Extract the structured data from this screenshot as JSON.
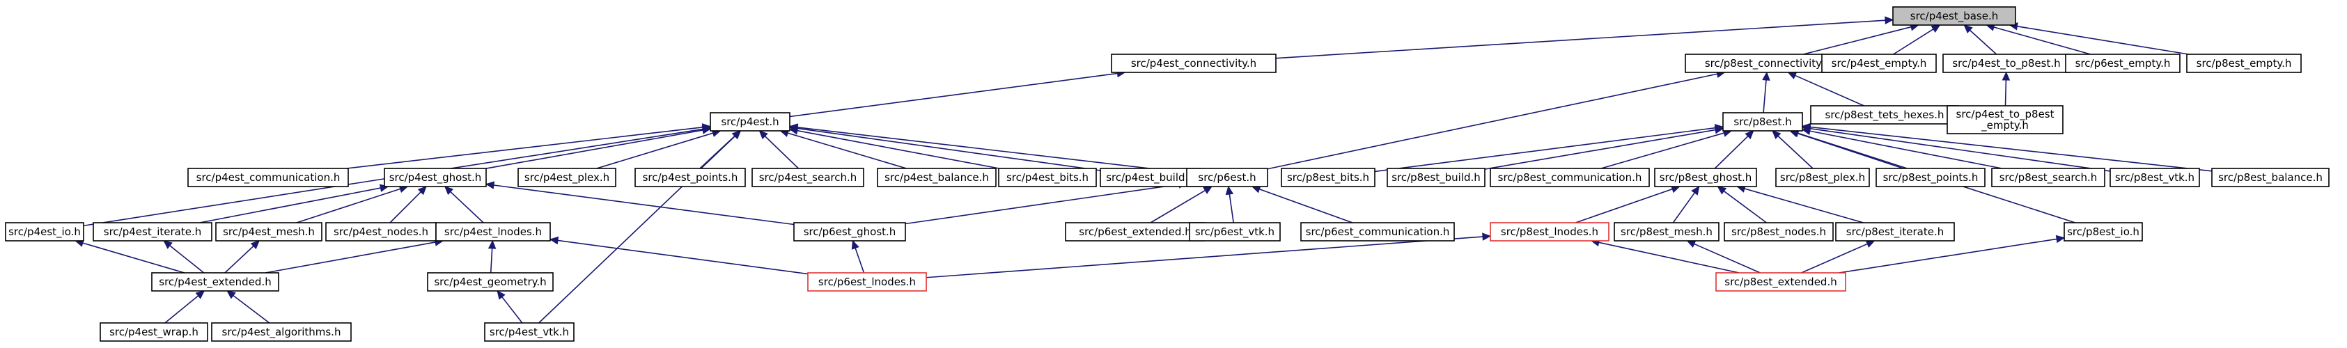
{
  "nodes": {
    "p4est_base": {
      "label": [
        "src/p4est_base.h"
      ],
      "style": "root"
    },
    "p4est_connectivity": {
      "label": [
        "src/p4est_connectivity.h"
      ]
    },
    "p8est_connectivity": {
      "label": [
        "src/p8est_connectivity.h"
      ]
    },
    "p4est_empty": {
      "label": [
        "src/p4est_empty.h"
      ]
    },
    "p4est_to_p8est": {
      "label": [
        "src/p4est_to_p8est.h"
      ]
    },
    "p6est_empty": {
      "label": [
        "src/p6est_empty.h"
      ]
    },
    "p8est_empty": {
      "label": [
        "src/p8est_empty.h"
      ]
    },
    "p4est": {
      "label": [
        "src/p4est.h"
      ]
    },
    "p8est": {
      "label": [
        "src/p8est.h"
      ]
    },
    "p8est_tets_hexes": {
      "label": [
        "src/p8est_tets_hexes.h"
      ]
    },
    "p4est_to_p8est_empty": {
      "label": [
        "src/p4est_to_p8est",
        "_empty.h"
      ]
    },
    "p4est_communication": {
      "label": [
        "src/p4est_communication.h"
      ]
    },
    "p4est_ghost": {
      "label": [
        "src/p4est_ghost.h"
      ]
    },
    "p4est_plex": {
      "label": [
        "src/p4est_plex.h"
      ]
    },
    "p4est_points": {
      "label": [
        "src/p4est_points.h"
      ]
    },
    "p4est_search": {
      "label": [
        "src/p4est_search.h"
      ]
    },
    "p4est_balance": {
      "label": [
        "src/p4est_balance.h"
      ]
    },
    "p4est_bits": {
      "label": [
        "src/p4est_bits.h"
      ]
    },
    "p4est_build": {
      "label": [
        "src/p4est_build.h"
      ]
    },
    "p6est": {
      "label": [
        "src/p6est.h"
      ]
    },
    "p8est_bits": {
      "label": [
        "src/p8est_bits.h"
      ]
    },
    "p8est_build": {
      "label": [
        "src/p8est_build.h"
      ]
    },
    "p8est_communication": {
      "label": [
        "src/p8est_communication.h"
      ]
    },
    "p8est_ghost": {
      "label": [
        "src/p8est_ghost.h"
      ]
    },
    "p8est_plex": {
      "label": [
        "src/p8est_plex.h"
      ]
    },
    "p8est_points": {
      "label": [
        "src/p8est_points.h"
      ]
    },
    "p8est_search": {
      "label": [
        "src/p8est_search.h"
      ]
    },
    "p8est_vtk": {
      "label": [
        "src/p8est_vtk.h"
      ]
    },
    "p8est_balance": {
      "label": [
        "src/p8est_balance.h"
      ]
    },
    "p4est_io": {
      "label": [
        "src/p4est_io.h"
      ]
    },
    "p4est_iterate": {
      "label": [
        "src/p4est_iterate.h"
      ]
    },
    "p4est_mesh": {
      "label": [
        "src/p4est_mesh.h"
      ]
    },
    "p4est_nodes": {
      "label": [
        "src/p4est_nodes.h"
      ]
    },
    "p4est_lnodes": {
      "label": [
        "src/p4est_lnodes.h"
      ]
    },
    "p6est_ghost": {
      "label": [
        "src/p6est_ghost.h"
      ]
    },
    "p6est_extended": {
      "label": [
        "src/p6est_extended.h"
      ]
    },
    "p6est_vtk": {
      "label": [
        "src/p6est_vtk.h"
      ]
    },
    "p6est_communication": {
      "label": [
        "src/p6est_communication.h"
      ]
    },
    "p8est_lnodes": {
      "label": [
        "src/p8est_lnodes.h"
      ],
      "style": "red"
    },
    "p8est_mesh": {
      "label": [
        "src/p8est_mesh.h"
      ]
    },
    "p8est_nodes": {
      "label": [
        "src/p8est_nodes.h"
      ]
    },
    "p8est_iterate": {
      "label": [
        "src/p8est_iterate.h"
      ]
    },
    "p8est_io": {
      "label": [
        "src/p8est_io.h"
      ]
    },
    "p4est_extended": {
      "label": [
        "src/p4est_extended.h"
      ]
    },
    "p4est_geometry": {
      "label": [
        "src/p4est_geometry.h"
      ]
    },
    "p6est_lnodes": {
      "label": [
        "src/p6est_lnodes.h"
      ],
      "style": "red"
    },
    "p8est_extended": {
      "label": [
        "src/p8est_extended.h"
      ],
      "style": "red"
    },
    "p4est_wrap": {
      "label": [
        "src/p4est_wrap.h"
      ]
    },
    "p4est_algorithms": {
      "label": [
        "src/p4est_algorithms.h"
      ]
    },
    "p4est_vtk": {
      "label": [
        "src/p4est_vtk.h"
      ]
    }
  },
  "edges": [
    [
      "p4est_connectivity",
      "p4est_base"
    ],
    [
      "p8est_connectivity",
      "p4est_base"
    ],
    [
      "p4est_empty",
      "p4est_base"
    ],
    [
      "p4est_to_p8est",
      "p4est_base"
    ],
    [
      "p6est_empty",
      "p4est_base"
    ],
    [
      "p8est_empty",
      "p4est_base"
    ],
    [
      "p4est",
      "p4est_connectivity"
    ],
    [
      "p8est",
      "p8est_connectivity"
    ],
    [
      "p8est_tets_hexes",
      "p8est_connectivity"
    ],
    [
      "p6est",
      "p8est_connectivity"
    ],
    [
      "p4est_to_p8est_empty",
      "p4est_to_p8est"
    ],
    [
      "p4est_communication",
      "p4est"
    ],
    [
      "p4est_ghost",
      "p4est"
    ],
    [
      "p4est_plex",
      "p4est"
    ],
    [
      "p4est_points",
      "p4est"
    ],
    [
      "p4est_search",
      "p4est"
    ],
    [
      "p4est_balance",
      "p4est"
    ],
    [
      "p4est_bits",
      "p4est"
    ],
    [
      "p4est_build",
      "p4est"
    ],
    [
      "p6est",
      "p4est"
    ],
    [
      "p4est_io",
      "p4est"
    ],
    [
      "p4est_vtk",
      "p4est"
    ],
    [
      "p8est_bits",
      "p8est"
    ],
    [
      "p8est_build",
      "p8est"
    ],
    [
      "p8est_communication",
      "p8est"
    ],
    [
      "p8est_ghost",
      "p8est"
    ],
    [
      "p8est_plex",
      "p8est"
    ],
    [
      "p8est_points",
      "p8est"
    ],
    [
      "p8est_search",
      "p8est"
    ],
    [
      "p8est_vtk",
      "p8est"
    ],
    [
      "p8est_balance",
      "p8est"
    ],
    [
      "p8est_io",
      "p8est"
    ],
    [
      "p4est_iterate",
      "p4est_ghost"
    ],
    [
      "p4est_mesh",
      "p4est_ghost"
    ],
    [
      "p4est_nodes",
      "p4est_ghost"
    ],
    [
      "p4est_lnodes",
      "p4est_ghost"
    ],
    [
      "p6est_ghost",
      "p4est_ghost"
    ],
    [
      "p6est_ghost",
      "p6est"
    ],
    [
      "p6est_extended",
      "p6est"
    ],
    [
      "p6est_vtk",
      "p6est"
    ],
    [
      "p6est_communication",
      "p6est"
    ],
    [
      "p8est_lnodes",
      "p8est_ghost"
    ],
    [
      "p8est_mesh",
      "p8est_ghost"
    ],
    [
      "p8est_nodes",
      "p8est_ghost"
    ],
    [
      "p8est_iterate",
      "p8est_ghost"
    ],
    [
      "p4est_extended",
      "p4est_io"
    ],
    [
      "p4est_extended",
      "p4est_iterate"
    ],
    [
      "p4est_extended",
      "p4est_mesh"
    ],
    [
      "p4est_extended",
      "p4est_lnodes"
    ],
    [
      "p4est_geometry",
      "p4est_lnodes"
    ],
    [
      "p6est_lnodes",
      "p4est_lnodes"
    ],
    [
      "p6est_lnodes",
      "p6est_ghost"
    ],
    [
      "p6est_lnodes",
      "p8est_lnodes"
    ],
    [
      "p8est_extended",
      "p8est_lnodes"
    ],
    [
      "p8est_extended",
      "p8est_mesh"
    ],
    [
      "p8est_extended",
      "p8est_iterate"
    ],
    [
      "p8est_extended",
      "p8est_io"
    ],
    [
      "p4est_wrap",
      "p4est_extended"
    ],
    [
      "p4est_algorithms",
      "p4est_extended"
    ],
    [
      "p4est_vtk",
      "p4est_geometry"
    ]
  ]
}
